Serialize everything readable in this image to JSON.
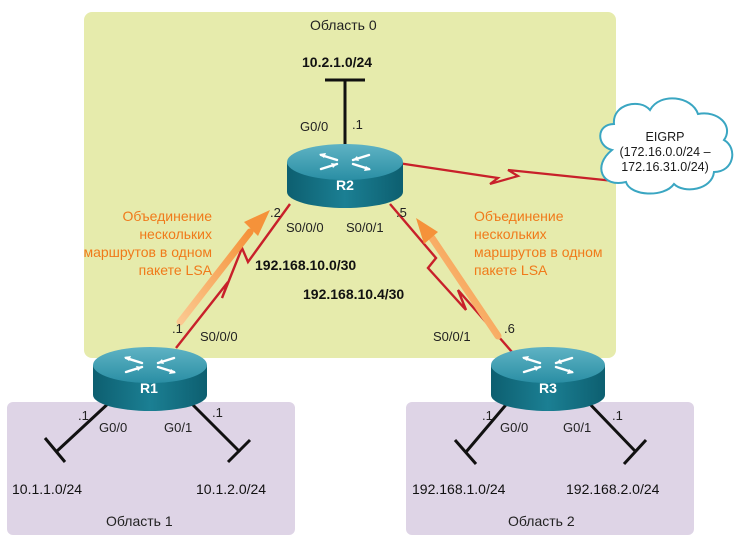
{
  "areas": {
    "area0": "Область 0",
    "area1": "Область 1",
    "area2": "Область 2"
  },
  "routers": {
    "r1": "R1",
    "r2": "R2",
    "r3": "R3"
  },
  "networks": {
    "r2_lan": "10.2.1.0/24",
    "r1_lan0": "10.1.1.0/24",
    "r1_lan1": "10.1.2.0/24",
    "r3_lan0": "192.168.1.0/24",
    "r3_lan1": "192.168.2.0/24",
    "link_r1_r2": "192.168.10.0/30",
    "link_r2_r3": "192.168.10.4/30"
  },
  "interfaces": {
    "r2_g00": "G0/0",
    "r2_g00_host": ".1",
    "r2_s000": "S0/0/0",
    "r2_s000_host": ".2",
    "r2_s001": "S0/0/1",
    "r2_s001_host": ".5",
    "r1_s000": "S0/0/0",
    "r1_s000_host": ".1",
    "r1_g00": "G0/0",
    "r1_g00_host": ".1",
    "r1_g01": "G0/1",
    "r1_g01_host": ".1",
    "r3_s001": "S0/0/1",
    "r3_s001_host": ".6",
    "r3_g00": "G0/0",
    "r3_g00_host": ".1",
    "r3_g01": "G0/1",
    "r3_g01_host": ".1"
  },
  "eigrp_cloud": {
    "title": "EIGRP",
    "range_line1": "(172.16.0.0/24 –",
    "range_line2": "172.16.31.0/24)"
  },
  "summaries": {
    "left": {
      "line1": "Объединение",
      "line2": "нескольких",
      "line3": "маршрутов в одном",
      "line4": "пакете LSA"
    },
    "right": {
      "line1": "Объединение",
      "line2": "нескольких",
      "line3": "маршрутов в одном",
      "line4": "пакете LSA"
    }
  },
  "colors": {
    "area0_fill": "#e6ebac",
    "area1_fill": "#ded4e6",
    "area2_fill": "#ded4e6",
    "router_teal": "#16768a",
    "serial_link": "#c8202a",
    "summary_arrow": "#f5923a",
    "summary_text": "#f07a1a",
    "cloud_stroke": "#3aa6c2"
  }
}
